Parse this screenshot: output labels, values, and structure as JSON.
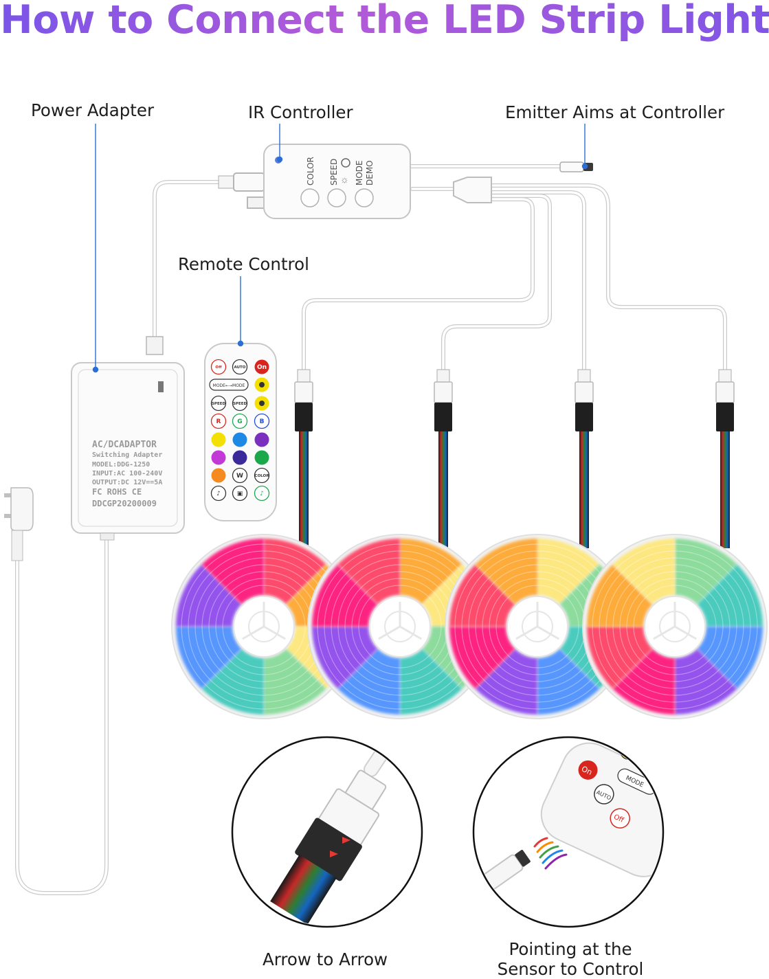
{
  "title": "How to Connect the LED Strip Lights",
  "labels": {
    "power_adapter": "Power Adapter",
    "ir_controller": "IR Controller",
    "emitter": "Emitter Aims at Controller",
    "remote_control": "Remote Control",
    "arrow_to_arrow": "Arrow to Arrow",
    "pointing_line1": "Pointing at the",
    "pointing_line2": "Sensor to Control"
  },
  "controller_buttons": {
    "color": "COLOR",
    "speed": "SPEED",
    "mode": "MODE",
    "demo": "DEMO"
  },
  "adapter_text": {
    "line1": "AC/DCADAPTOR",
    "line2": "Switching Adapter",
    "line3": "MODEL:DDG-1250",
    "line4": "INPUT:AC 100-240V",
    "line5": "OUTPUT:DC 12V==5A",
    "line6": "FC ROHS CE",
    "line7": "DDCGP20200009"
  },
  "remote_keys": {
    "off": "Off",
    "auto": "AUTO",
    "on": "On",
    "mode": "MODE",
    "speed": "SPEED",
    "r": "R",
    "g": "G",
    "b": "B",
    "w": "W",
    "color": "COLOR"
  },
  "zoom_keys": {
    "on": "On",
    "auto": "AUTO",
    "off": "Off",
    "mode": "MODE"
  },
  "colors": {
    "title_gradient_start": "#7a55e8",
    "title_gradient_end": "#b35ad8",
    "leader_line": "#2b6fd6",
    "remote_red": "#d8261f",
    "remote_yellow": "#f3e000",
    "remote_blue": "#1e88e5",
    "remote_purple": "#7b2fbf",
    "remote_green": "#1aa84a",
    "remote_orange": "#f58a1f"
  }
}
